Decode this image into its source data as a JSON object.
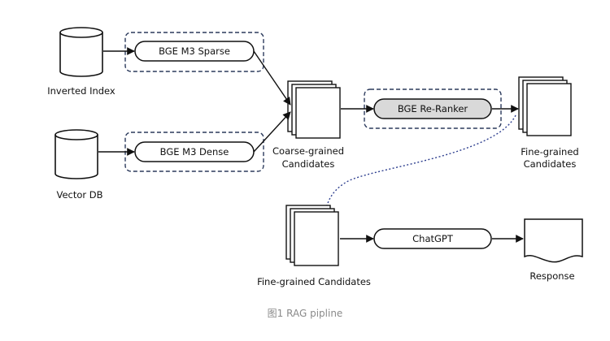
{
  "nodes": {
    "inverted_index": "Inverted Index",
    "vector_db": "Vector DB",
    "bge_sparse": "BGE M3 Sparse",
    "bge_dense": "BGE M3 Dense",
    "coarse_line1": "Coarse-grained",
    "coarse_line2": "Candidates",
    "reranker": "BGE Re-Ranker",
    "fine_line1": "Fine-grained",
    "fine_line2": "Candidates",
    "fine_bottom": "Fine-grained Candidates",
    "chatgpt": "ChatGPT",
    "response": "Response"
  },
  "caption": "图1 RAG pipline",
  "colors": {
    "dashed_frame": "#2b3a5c",
    "reranker_fill": "#d9d9d9",
    "dotted_arrow": "#2e3f8f"
  }
}
